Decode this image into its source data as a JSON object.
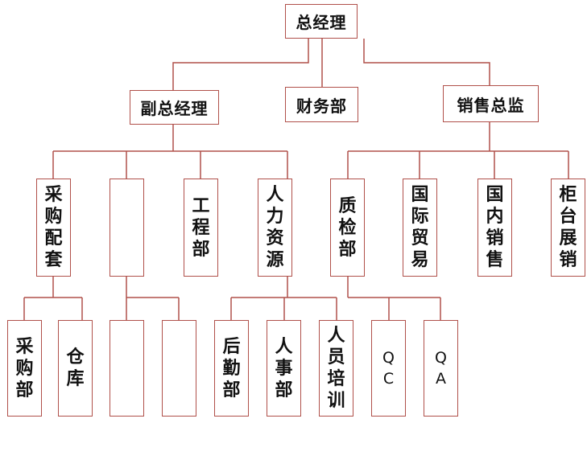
{
  "colors": {
    "line": "#b0504a",
    "text": "#111111",
    "box_border": "#b0504a"
  },
  "org": {
    "ceo": "总经理",
    "vp": "副总经理",
    "finance": "财务部",
    "sales_director": "销售总监",
    "procurement": "采购配套",
    "unnamed_dept": "",
    "engineering": "工程部",
    "hr": "人力资源",
    "qc_dept": "质检部",
    "intl_trade": "国际贸易",
    "domestic_sales": "国内销售",
    "counter_sales": "柜台展销",
    "purchasing": "采购部",
    "warehouse": "仓库",
    "blank_unit_1": "",
    "blank_unit_2": "",
    "logistics": "后勤部",
    "personnel": "人事部",
    "training": "人员培训",
    "qc": "QC",
    "qa": "QA"
  }
}
